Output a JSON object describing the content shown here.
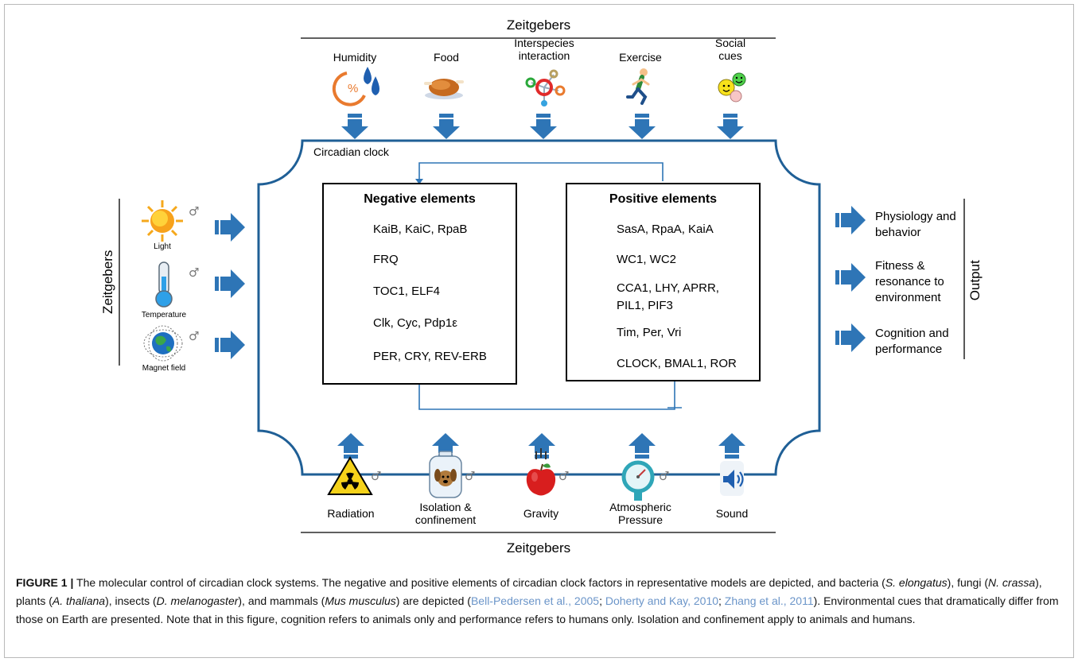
{
  "diagram": {
    "zeitgebers_top": "Zeitgebers",
    "zeitgebers_left": "Zeitgebers",
    "zeitgebers_bottom": "Zeitgebers",
    "top_inputs": [
      {
        "label": "Humidity",
        "icon": "humidity-icon"
      },
      {
        "label": "Food",
        "icon": "roast-chicken-icon"
      },
      {
        "label": "Interspecies interaction",
        "icon": "network-icon"
      },
      {
        "label": "Exercise",
        "icon": "runner-icon"
      },
      {
        "label": "Social cues",
        "icon": "smileys-icon"
      }
    ],
    "left_inputs": [
      {
        "label": "Light",
        "icon": "sun-icon"
      },
      {
        "label": "Temperature",
        "icon": "thermometer-icon"
      },
      {
        "label": "Magnet field",
        "icon": "earth-magnet-icon"
      }
    ],
    "bottom_inputs": [
      {
        "label": "Radiation",
        "icon": "radiation-icon"
      },
      {
        "label": "Isolation & confinement",
        "icon": "dog-jar-icon"
      },
      {
        "label": "Gravity",
        "icon": "apple-icon"
      },
      {
        "label": "Atmospheric Pressure",
        "icon": "pressure-gauge-icon"
      },
      {
        "label": "Sound",
        "icon": "speaker-icon"
      }
    ],
    "male_symbol": "♂",
    "clock_label": "Circadian clock",
    "negative": {
      "title": "Negative elements",
      "rows": [
        "KaiB, KaiC, RpaB",
        "FRQ",
        "TOC1, ELF4",
        "Clk, Cyc, Pdp1ε",
        "PER, CRY, REV-ERB"
      ]
    },
    "positive": {
      "title": "Positive elements",
      "rows": [
        "SasA, RpaA, KaiA",
        "WC1, WC2",
        "CCA1, LHY, APRR,",
        "PIL1, PIF3",
        "Tim, Per, Vri",
        "CLOCK, BMAL1, ROR"
      ]
    },
    "row_icons": [
      "bacteria-icon",
      "fungus-icon",
      "plant-icon",
      "fly-icon",
      "mouse-icon"
    ],
    "outputs": [
      "Physiology and behavior",
      "Fitness & resonance to environment",
      "Cognition and performance"
    ],
    "output_label": "Output",
    "colors": {
      "arrow": "#2e75b6",
      "clock_border": "#1f5f96",
      "feedback_line": "#2e75b6"
    }
  },
  "caption": {
    "figure_label": "FIGURE 1 |",
    "s1": " The molecular control of circadian clock systems. The negative and positive elements of circadian clock factors in representative models are depicted, and bacteria (",
    "sp1": "S. elongatus",
    "s2": "), fungi (",
    "sp2": "N. crassa",
    "s3": "), plants (",
    "sp3": "A. thaliana",
    "s4": "), insects (",
    "sp4": "D. melanogaster",
    "s5": "), and mammals (",
    "sp5": "Mus musculus",
    "s6": ") are depicted (",
    "c1": "Bell-Pedersen et al., 2005",
    "s7": "; ",
    "c2": "Doherty and Kay, 2010",
    "s8": "; ",
    "c3": "Zhang et al., 2011",
    "s9": "). Environmental cues that dramatically differ from those on Earth are presented. Note that in this figure, cognition refers to animals only and performance refers to humans only. Isolation and confinement apply to animals and humans."
  }
}
